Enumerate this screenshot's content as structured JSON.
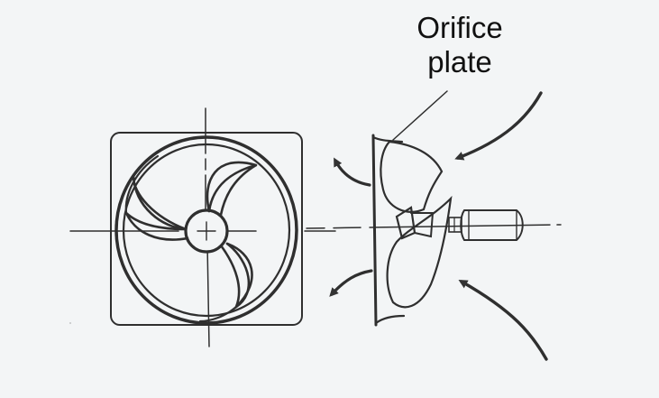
{
  "figure": {
    "label": {
      "line1": "Orifice",
      "line2": "plate"
    },
    "components": {
      "front_view": "propeller-fan-front-view",
      "side_view": "propeller-fan-side-view",
      "orifice_plate": "orifice-plate",
      "motor": "motor"
    },
    "colors": {
      "stroke": "#2f2f2f",
      "background": "#f3f5f6",
      "text": "#111111"
    }
  }
}
